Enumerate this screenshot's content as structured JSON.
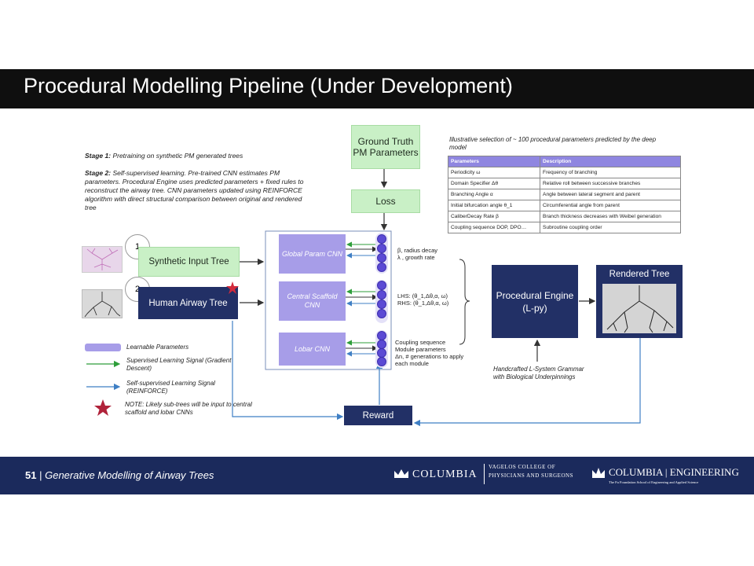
{
  "slide": {
    "title": "Procedural Modelling Pipeline (Under Development)",
    "stage1_label": "Stage 1:",
    "stage1_text": " Pretraining on synthetic PM generated trees",
    "stage2_label": "Stage 2:",
    "stage2_text": " Self-supervised learning. Pre-trained CNN estimates PM parameters. Procedural Engine uses predicted parameters + fixed rules to reconstruct the airway tree. CNN parameters updated using REINFORCE algorithm with direct structural comparison between original and rendered tree"
  },
  "diagram": {
    "ground_truth": "Ground Truth PM Parameters",
    "loss": "Loss",
    "num1": "1",
    "num2": "2",
    "synthetic_input": "Synthetic Input Tree",
    "human_airway": "Human Airway Tree",
    "global_cnn": "Global Param CNN",
    "central_cnn": "Central Scaffold CNN",
    "lobar_cnn": "Lobar CNN",
    "global_params": "β, radius decay\nλ , growth rate",
    "central_params": "LHS: (θ_1,Δθ,α, ω)\nRHS: (θ_1,Δθ,α, ω)",
    "lobar_params": "Coupling sequence\nModule parameters\nΔn, # generations to apply\neach module",
    "procedural_engine": "Procedural Engine (L-py)",
    "rendered_tree": "Rendered Tree",
    "handcrafted": "Handcrafted L-System Grammar with Biological Underpinnings",
    "reward": "Reward"
  },
  "table": {
    "caption": "Illustrative selection of ~ 100 procedural parameters predicted by the deep model",
    "headers": [
      "Parameters",
      "Description"
    ],
    "rows": [
      [
        "Periodicity ω",
        "Frequency of branching"
      ],
      [
        "Domain Specifier  Δθ",
        "Relative roll between successive  branches"
      ],
      [
        "Branching Angle α",
        "Angle between lateral segment and parent"
      ],
      [
        "Initial bifurcation angle θ_1",
        "Circumferential angle from parent"
      ],
      [
        "CaliberDecay Rate β",
        "Branch thickness decreases with Weibel generation"
      ],
      [
        "Coupling sequence DOP, DPO…",
        "Subroutine coupling order"
      ]
    ]
  },
  "legend": {
    "learnable": "Learnable Parameters",
    "supervised": "Supervised Learning Signal (Gradient Descent)",
    "selfsup": "Self-supervised Learning Signal (REINFORCE)",
    "note": "NOTE: Likely sub-trees will be input to central scaffold and lobar CNNs"
  },
  "footer": {
    "page": "51",
    "sep": "|",
    "subtitle": "Generative Modelling of Airway Trees",
    "columbia": "COLUMBIA",
    "vagelos_line1": "VAGELOS COLLEGE OF",
    "vagelos_line2": "PHYSICIANS AND SURGEONS",
    "eng_left": "COLUMBIA",
    "eng_right": "ENGINEERING",
    "eng_sub": "The Fu Foundation School of Engineering and Applied Science"
  },
  "colors": {
    "title_bar": "#0f0f0f",
    "footer": "#1b2a5c",
    "green_box": "#c9f0c6",
    "purple": "#a79de8",
    "navy": "#223066",
    "green_arrow": "#2e9e3a",
    "blue_arrow": "#3f7fc4"
  }
}
